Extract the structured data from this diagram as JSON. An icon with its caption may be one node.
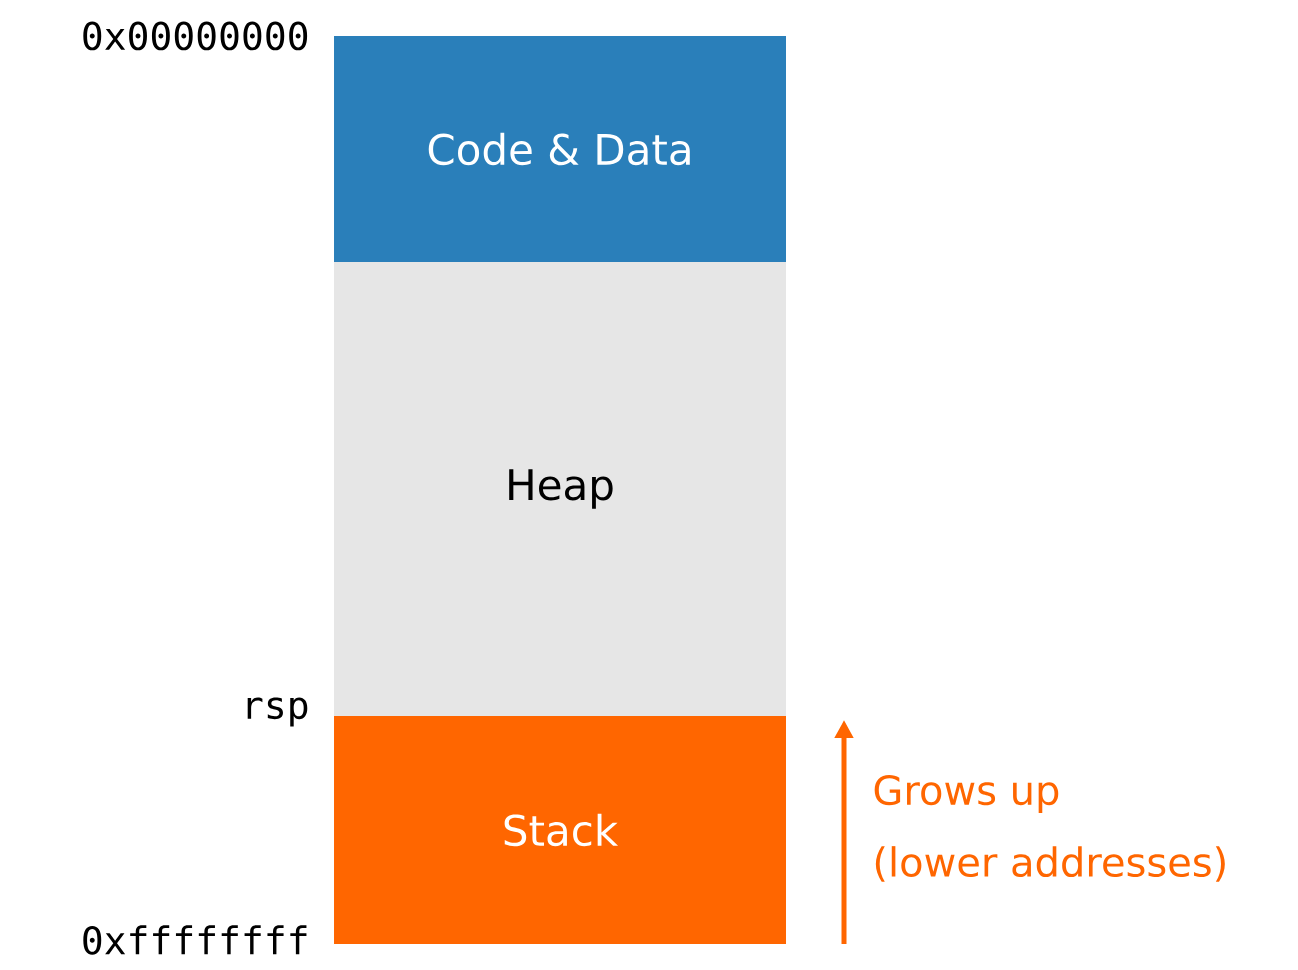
{
  "diagram": {
    "nodes": [
      {
        "text": [
          "Code & Data"
        ]
      },
      {
        "text": [
          "Heap"
        ]
      },
      {
        "text": [
          "Stack"
        ]
      }
    ],
    "edges": [],
    "labels": [
      "0x00000000",
      "rsp",
      "0xffffffff",
      "Grows up",
      "(lower addresses)"
    ]
  }
}
